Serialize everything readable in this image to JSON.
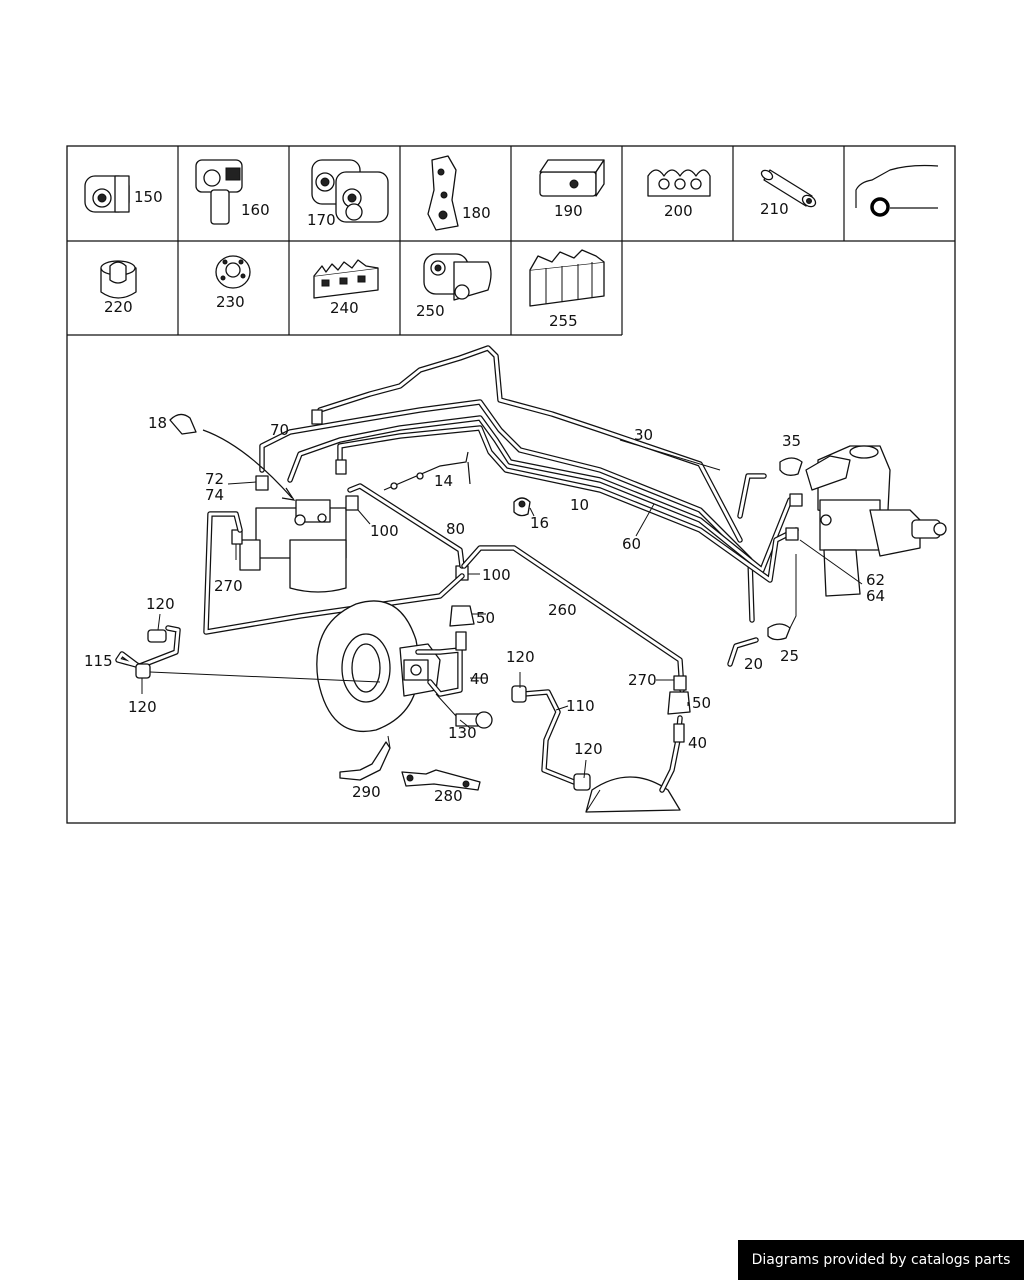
{
  "thumbnails_row1": [
    {
      "label": "150"
    },
    {
      "label": "160"
    },
    {
      "label": "170"
    },
    {
      "label": "180"
    },
    {
      "label": "190"
    },
    {
      "label": "200"
    },
    {
      "label": "210"
    },
    {
      "label": ""
    }
  ],
  "thumbnails_row2": [
    {
      "label": "220"
    },
    {
      "label": "230"
    },
    {
      "label": "240"
    },
    {
      "label": "250"
    },
    {
      "label": "255"
    }
  ],
  "callouts": {
    "c18": "18",
    "c70": "70",
    "c72": "72",
    "c74": "74",
    "c14": "14",
    "c30": "30",
    "c35": "35",
    "c10": "10",
    "c16": "16",
    "c60": "60",
    "c100a": "100",
    "c80": "80",
    "c100b": "100",
    "c270a": "270",
    "c62": "62",
    "c64": "64",
    "c260": "260",
    "c50a": "50",
    "c120a": "120",
    "c115": "115",
    "c120b": "120",
    "c40a": "40",
    "c120c": "120",
    "c110": "110",
    "c270b": "270",
    "c50b": "50",
    "c20": "20",
    "c25": "25",
    "c130": "130",
    "c40b": "40",
    "c120d": "120",
    "c290": "290",
    "c280": "280"
  },
  "footer": {
    "credit": "Diagrams provided by catalogs parts"
  }
}
